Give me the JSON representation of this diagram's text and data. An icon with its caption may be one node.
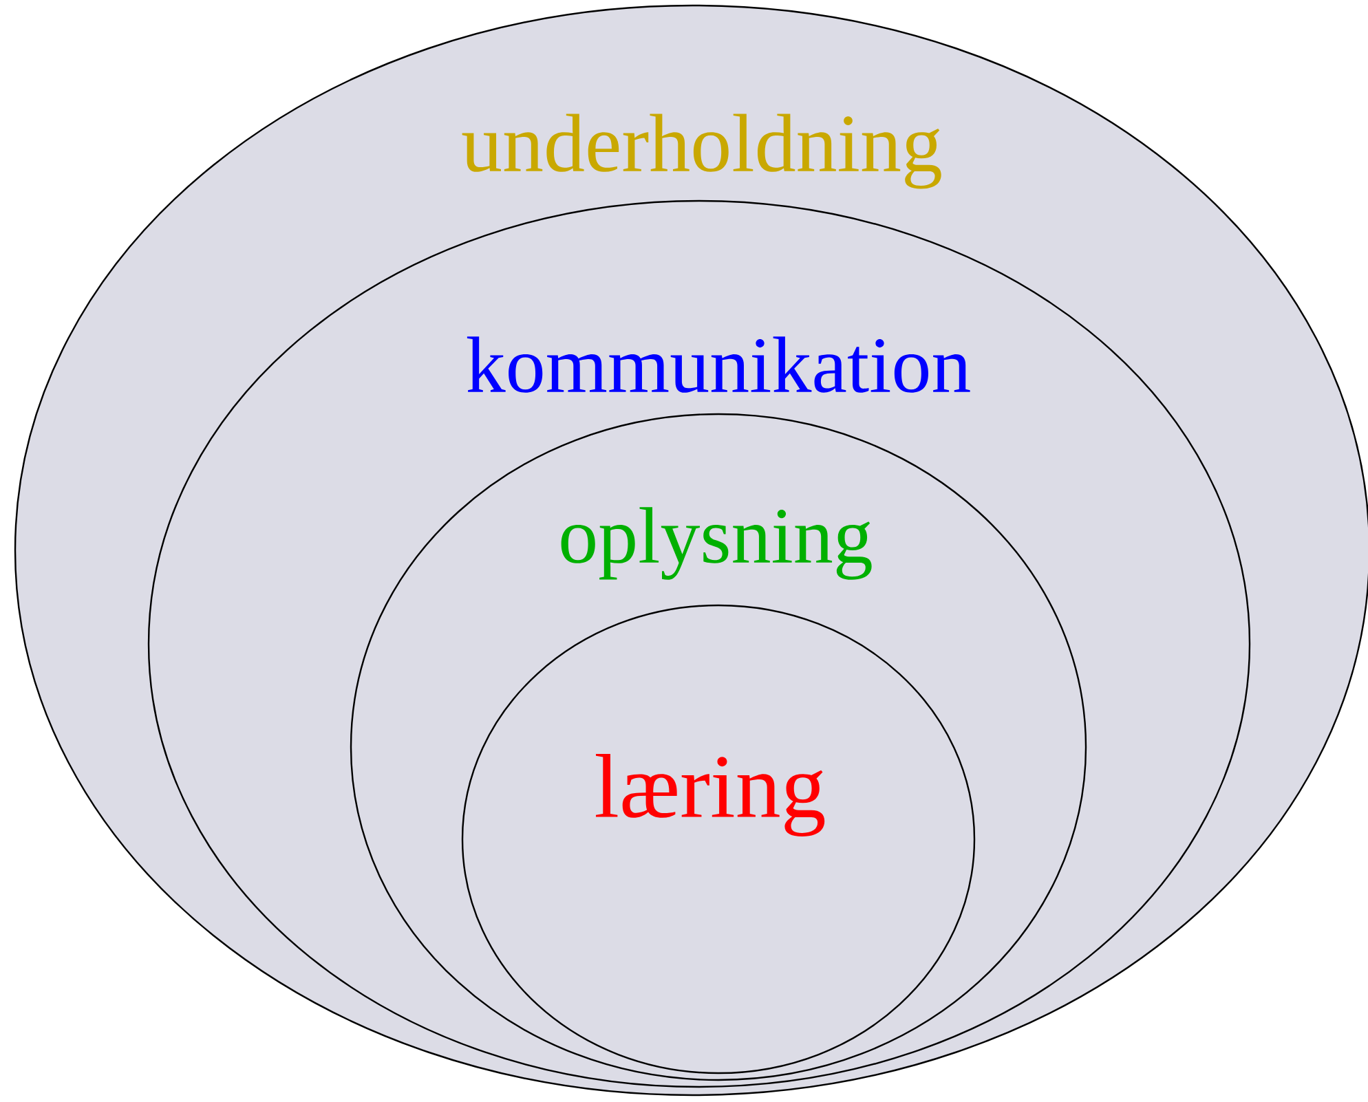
{
  "diagram": {
    "nodes": [
      {
        "text": [
          "underholdning"
        ]
      },
      {
        "text": [
          "kommunikation"
        ],
        "in": 0
      },
      {
        "text": [
          "oplysning"
        ],
        "in": 1
      },
      {
        "text": [
          "læring"
        ],
        "in": 2
      }
    ]
  }
}
